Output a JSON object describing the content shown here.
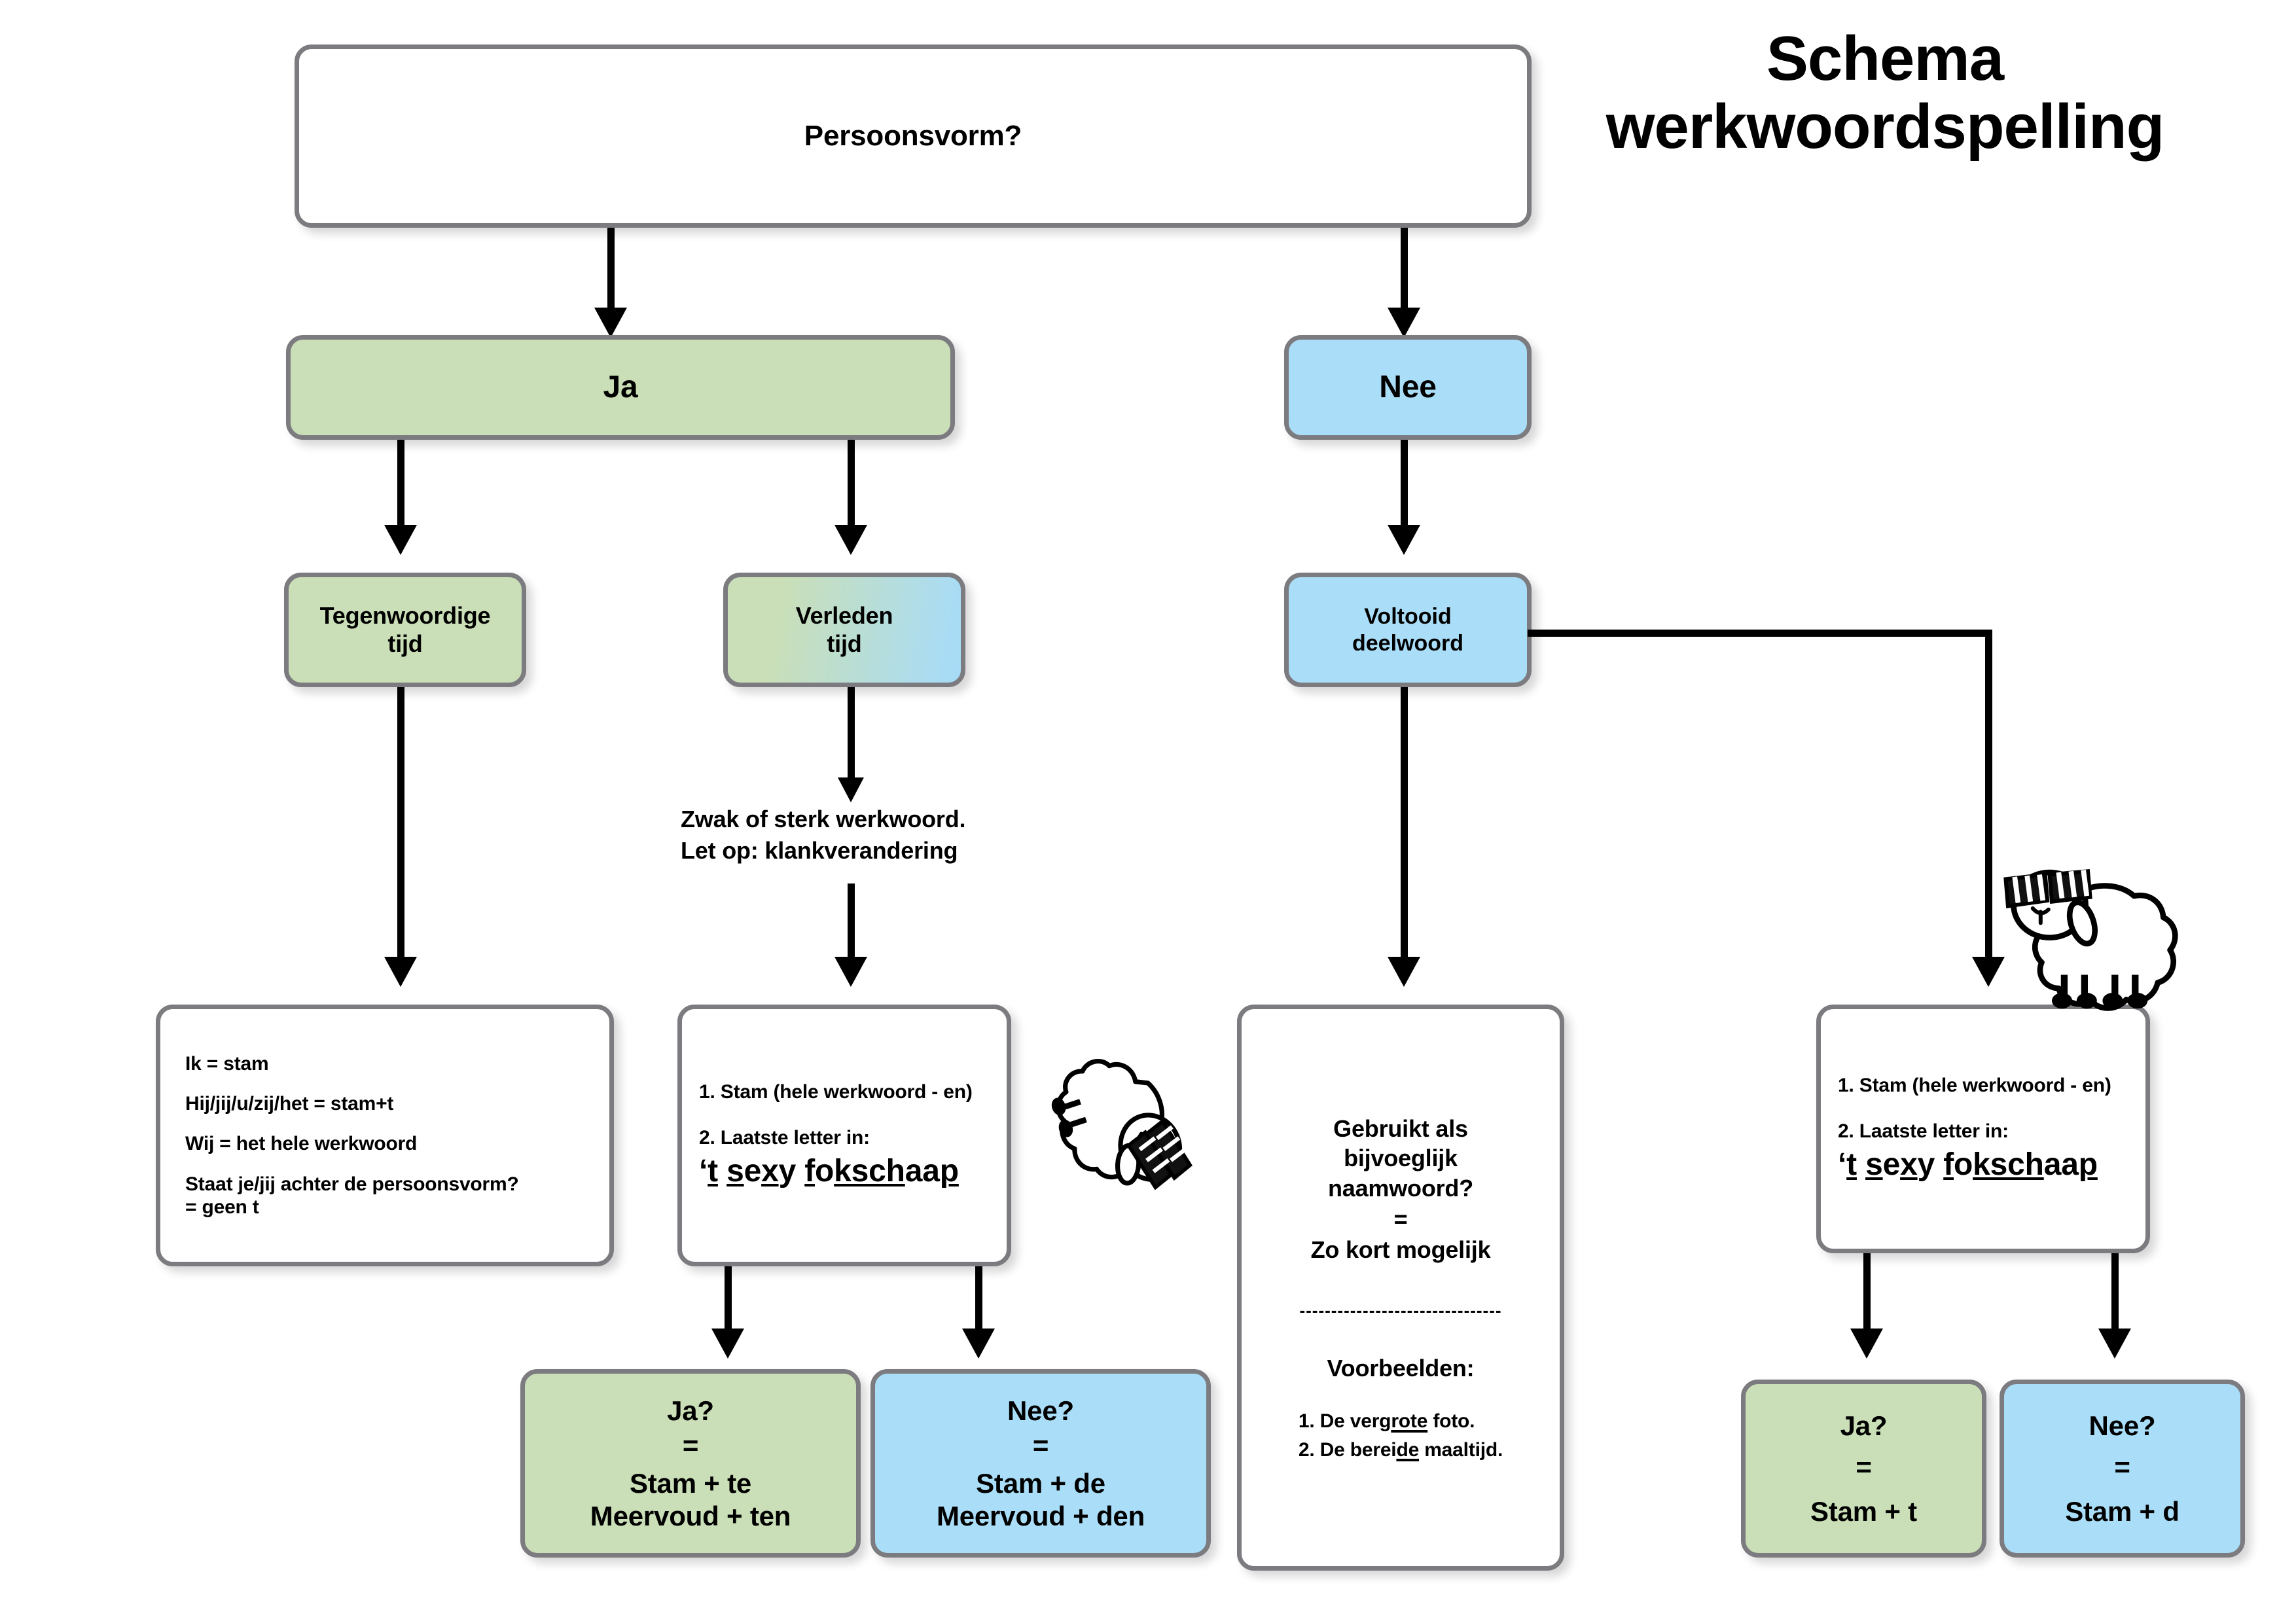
{
  "title": {
    "line1": "Schema",
    "line2": "werkwoordspelling"
  },
  "nodes": {
    "root": {
      "label": "Persoonsvorm?"
    },
    "ja": {
      "label": "Ja"
    },
    "nee": {
      "label": "Nee"
    },
    "tegenwoordige": {
      "line1": "Tegenwoordige",
      "line2": "tijd"
    },
    "verleden": {
      "line1": "Verleden",
      "line2": "tijd"
    },
    "voltooid": {
      "line1": "Voltooid",
      "line2": "deelwoord"
    }
  },
  "note_zwak": {
    "line1": "Zwak of sterk werkwoord.",
    "line2": "Let op: klankverandering"
  },
  "tt_rules": {
    "r1": "Ik = stam",
    "r2": "Hij/jij/u/zij/het = stam+t",
    "r3": "Wij = het hele werkwoord",
    "r4a": "Staat je/jij achter de persoonsvorm?",
    "r4b": "= geen t"
  },
  "stam_rules": {
    "r1": "1. Stam (hele werkwoord - en)",
    "r2": "2. Laatste letter in:",
    "mnemonic": {
      "quote": "‘",
      "p1": "t",
      "p2": " ",
      "p3": "s",
      "p4": "e",
      "p5": "x",
      "p6": "y",
      "p7": " ",
      "p8": "f",
      "p9": "o",
      "p10": "ksch",
      "p11": "aa",
      "p12": "p"
    }
  },
  "adjective_box": {
    "q1": "Gebruikt als",
    "q2": "bijvoeglijk",
    "q3": "naamwoord?",
    "eq": "=",
    "answer": "Zo kort mogelijk",
    "divider": "--------------------------------",
    "examples_label": "Voorbeelden:",
    "ex1_pre": "1. De verg",
    "ex1_mid": "rote",
    "ex1_post": " foto.",
    "ex2_pre": "2. De berei",
    "ex2_mid": "de",
    "ex2_post": " maaltijd."
  },
  "results": {
    "pt_ja": {
      "head": "Ja?",
      "eq": "=",
      "l1": "Stam + te",
      "l2": "Meervoud + ten"
    },
    "pt_nee": {
      "head": "Nee?",
      "eq": "=",
      "l1": "Stam + de",
      "l2": "Meervoud + den"
    },
    "vd_ja": {
      "head": "Ja?",
      "eq": "=",
      "l1": "Stam + t"
    },
    "vd_nee": {
      "head": "Nee?",
      "eq": "=",
      "l1": "Stam + d"
    }
  },
  "colors": {
    "green": "#cadfb7",
    "blue": "#aadef8",
    "border": "#7c7c80",
    "line": "#000000"
  },
  "icons": {
    "sheep": "sheep-sunglasses-icon"
  }
}
